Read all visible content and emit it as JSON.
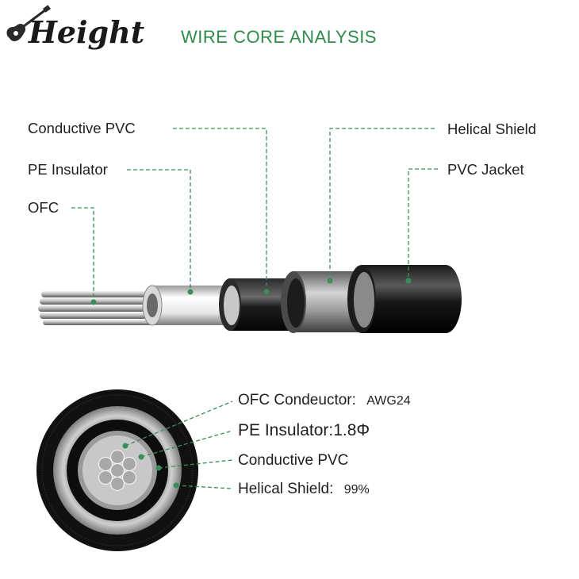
{
  "brand": {
    "name": "Height"
  },
  "title": "WIRE CORE ANALYSIS",
  "colors": {
    "title": "#2e8b4a",
    "leader": "#3a8d5a",
    "label": "#1f1f1f"
  },
  "side_view": {
    "labels": {
      "conductive_pvc": "Conductive PVC",
      "pe_insulator": "PE Insulator",
      "ofc": "OFC",
      "helical_shield": "Helical Shield",
      "pvc_jacket": "PVC Jacket"
    }
  },
  "cross_section": {
    "ofc_label": "OFC Condeuctor:",
    "ofc_value": "AWG24",
    "pe_label": "PE Insulator:1.8Φ",
    "conductive_label": "Conductive PVC",
    "shield_label": "Helical Shield:",
    "shield_value": "99%"
  }
}
